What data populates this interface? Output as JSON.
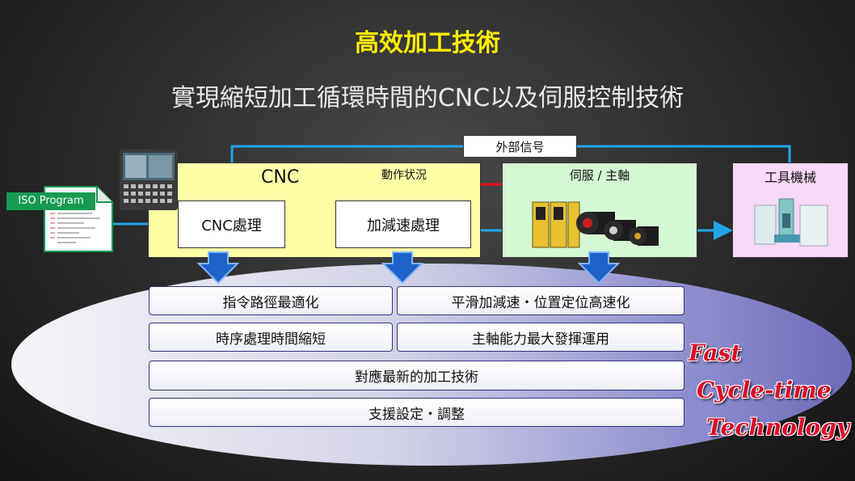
{
  "title": "高效加工技術",
  "subtitle": "實現縮短加工循環時間的CNC以及伺服控制技術",
  "external_signal": "外部信号",
  "iso_program": "ISO Program",
  "cnc": {
    "label": "CNC",
    "motion_status": "動作状況",
    "cnc_processing": "CNC處理",
    "accel_processing": "加減速處理"
  },
  "servo": {
    "label": "伺服 / 主軸"
  },
  "machine_tool": {
    "label": "工具機械"
  },
  "features": [
    "指令路徑最適化",
    "平滑加減速・位置定位高速化",
    "時序處理時間縮短",
    "主軸能力最大發揮運用",
    "對應最新的加工技術",
    "支援設定・調整"
  ],
  "tagline": [
    "Fast",
    "Cycle-time",
    "Technology"
  ],
  "colors": {
    "title": "#ffee00",
    "flow_arrow": "#1ea7e8",
    "feedback_arrow": "#e8101a",
    "down_arrow": "#1e62c8",
    "cnc_box": "#ffffa8",
    "servo_box": "#d4f7d4",
    "tool_box": "#f7d8f7",
    "tagline": "#d8102a"
  }
}
